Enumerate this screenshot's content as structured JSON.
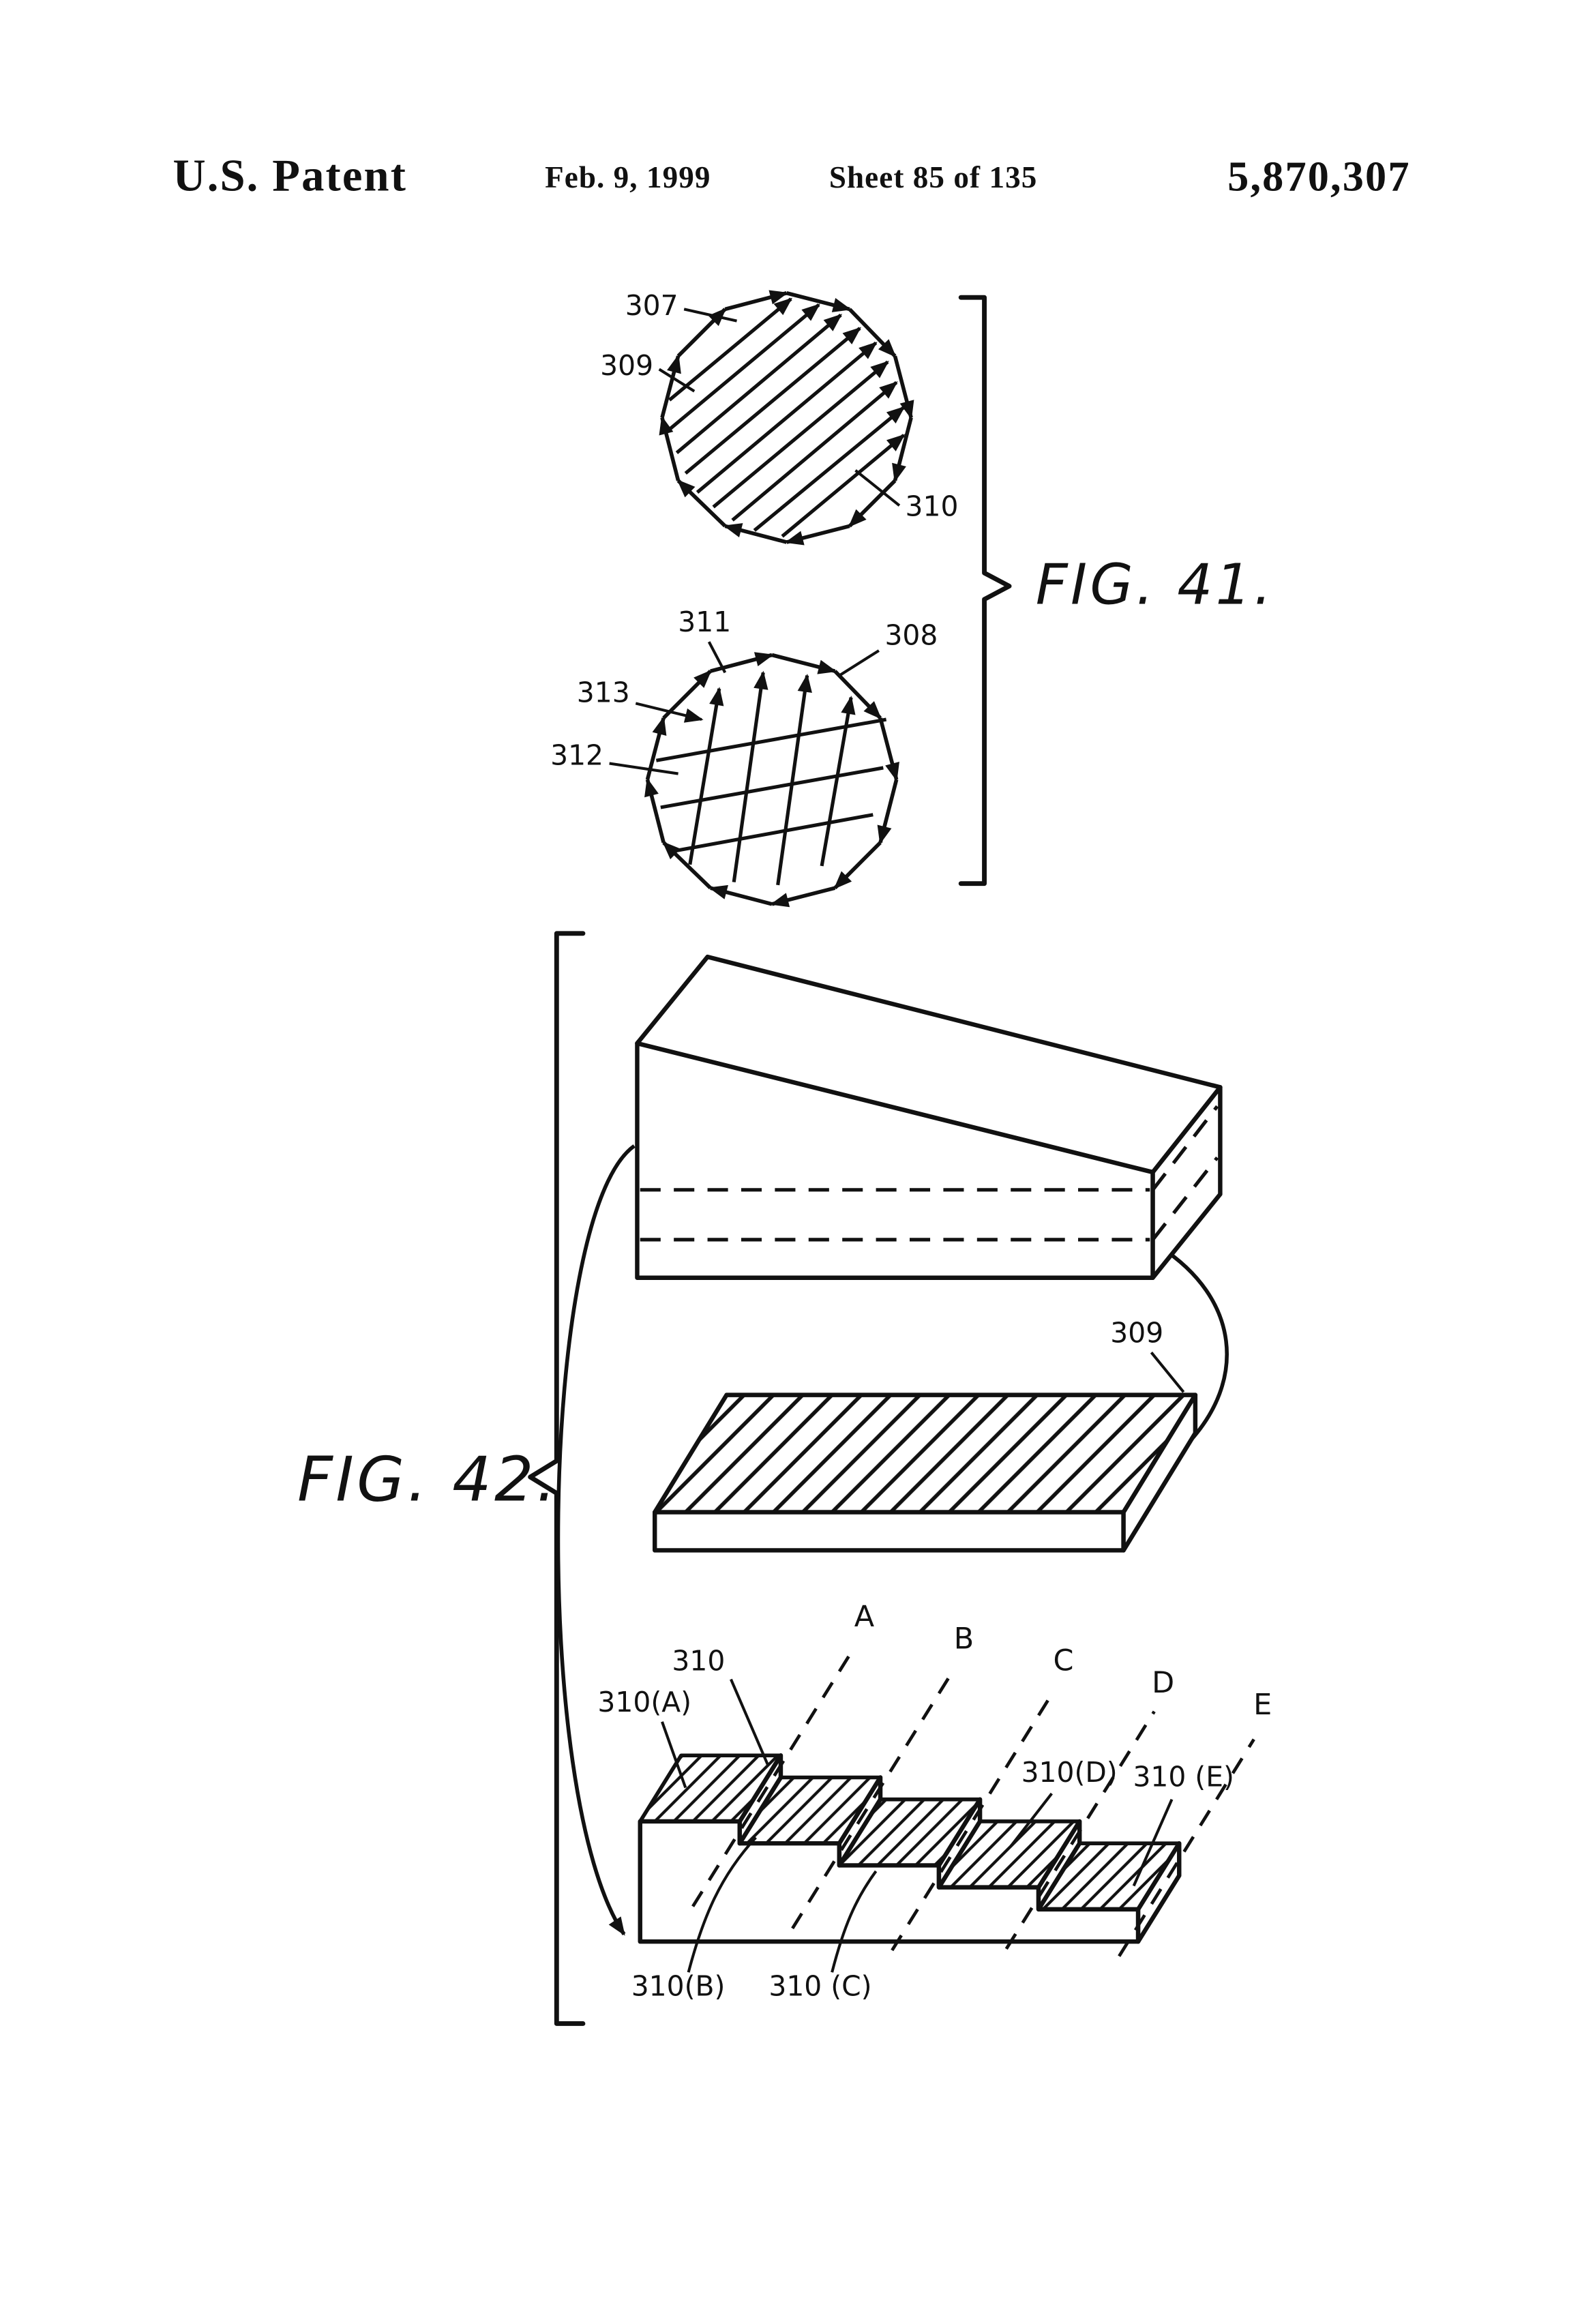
{
  "header": {
    "title": "U.S. Patent",
    "date": "Feb. 9, 1999",
    "sheet_info": "Sheet 85 of 135",
    "patent_number": "5,870,307"
  },
  "fig41": {
    "caption": "FIG. 41.",
    "labels": {
      "l307": "307",
      "l309": "309",
      "l310": "310",
      "l311": "311",
      "l308": "308",
      "l313": "313",
      "l312": "312"
    }
  },
  "fig42": {
    "caption": "FIG. 42.",
    "labels": {
      "l309": "309",
      "l310": "310",
      "l310a": "310(A)",
      "l310b": "310(B)",
      "l310c": "310 (C)",
      "l310d": "310(D)",
      "l310e": "310 (E)",
      "sA": "A",
      "sB": "B",
      "sC": "C",
      "sD": "D",
      "sE": "E"
    }
  },
  "colors": {
    "ink": "#111111",
    "paper": "#ffffff"
  }
}
